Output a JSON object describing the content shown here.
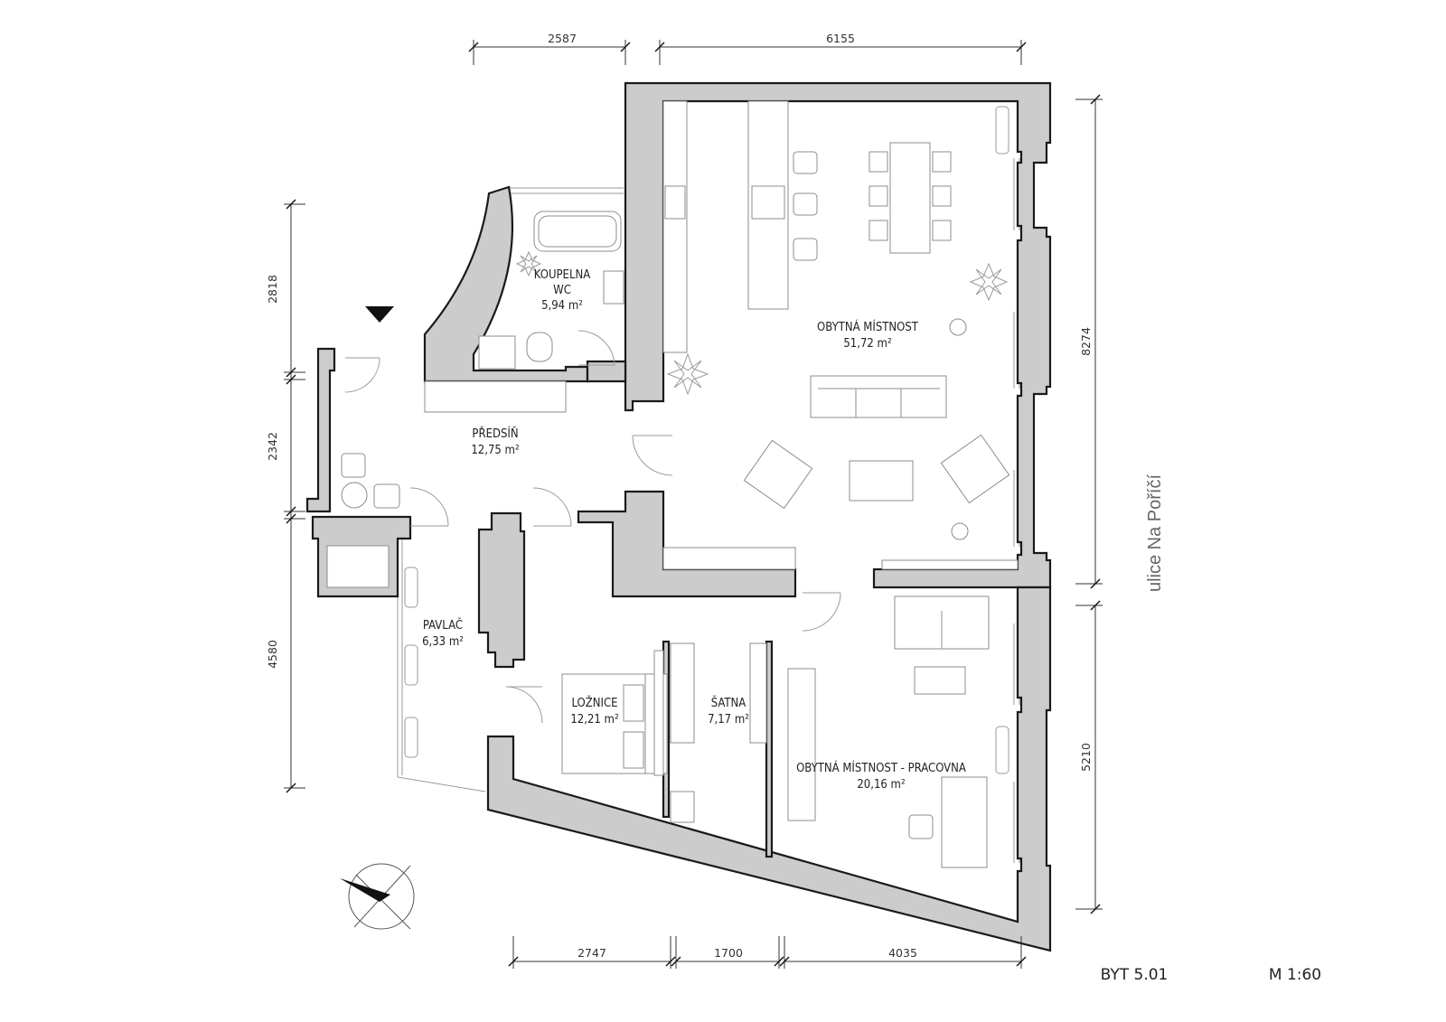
{
  "rooms": {
    "koupelna": {
      "name_line1": "KOUPELNA",
      "name_line2": "WC",
      "area": "5,94 m²"
    },
    "obytna": {
      "name": "OBYTNÁ MÍSTNOST",
      "area": "51,72 m²"
    },
    "predsin": {
      "name": "PŘEDSÍŇ",
      "area": "12,75 m²"
    },
    "pavlac": {
      "name": "PAVLAČ",
      "area": "6,33 m²"
    },
    "loznice": {
      "name": "LOŽNICE",
      "area": "12,21 m²"
    },
    "satna": {
      "name": "ŠATNA",
      "area": "7,17 m²"
    },
    "pracovna": {
      "name": "OBYTNÁ MÍSTNOST - PRACOVNA",
      "area": "20,16 m²"
    }
  },
  "dimensions": {
    "top_left": "2587",
    "top_right": "6155",
    "left_top": "2818",
    "left_middle": "2342",
    "left_bottom": "4580",
    "right_top": "8274",
    "right_bottom": "5210",
    "bottom_left": "2747",
    "bottom_middle": "1700",
    "bottom_right": "4035"
  },
  "street": "ulice Na Poříčí",
  "apartment_label": "BYT 5.01",
  "scale_label": "M 1:60",
  "icons": {
    "entrance": "entrance-arrow-icon",
    "north": "north-arrow-icon",
    "plants": "plant-icon",
    "radiators": "radiator-icon"
  }
}
